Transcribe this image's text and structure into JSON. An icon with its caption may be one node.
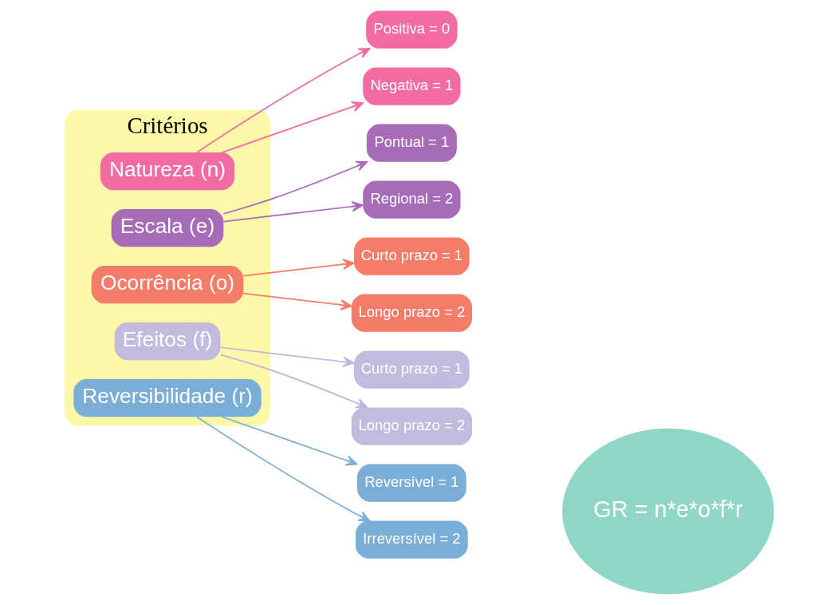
{
  "diagram": {
    "nodes": [
      {
        "text": [
          "Critérios"
        ]
      },
      {
        "text": [
          "Natureza (n)"
        ],
        "in": 0
      },
      {
        "text": [
          "Escala (e)"
        ],
        "in": 0
      },
      {
        "text": [
          "Ocorrência (o)"
        ],
        "in": 0
      },
      {
        "text": [
          "Efeitos (f)"
        ],
        "in": 0
      },
      {
        "text": [
          "Reversibilidade (r)"
        ],
        "in": 0
      },
      {
        "text": [
          "Positiva = 0"
        ]
      },
      {
        "text": [
          "Negativa = 1"
        ]
      },
      {
        "text": [
          "Pontual = 1"
        ]
      },
      {
        "text": [
          "Regional = 2"
        ]
      },
      {
        "text": [
          "Curto prazo = 1"
        ]
      },
      {
        "text": [
          "Longo prazo = 2"
        ]
      },
      {
        "text": [
          "Curto prazo = 1"
        ]
      },
      {
        "text": [
          "Longo prazo = 2"
        ]
      },
      {
        "text": [
          "Reversível = 1"
        ]
      },
      {
        "text": [
          "Irreversível = 2"
        ]
      },
      {
        "text": [
          "GR = n*e*o*f*r"
        ]
      }
    ],
    "edges": [
      {
        "from": 1,
        "to": 6,
        "arrow": "to",
        "color": "#f26ba3"
      },
      {
        "from": 1,
        "to": 7,
        "arrow": "to",
        "color": "#f26ba3"
      },
      {
        "from": 2,
        "to": 8,
        "arrow": "to",
        "color": "#a86bb8"
      },
      {
        "from": 2,
        "to": 9,
        "arrow": "to",
        "color": "#a86bb8"
      },
      {
        "from": 3,
        "to": 10,
        "arrow": "to",
        "color": "#f47c68"
      },
      {
        "from": 3,
        "to": 11,
        "arrow": "to",
        "color": "#f47c68"
      },
      {
        "from": 4,
        "to": 12,
        "arrow": "to",
        "color": "#bdb5db"
      },
      {
        "from": 4,
        "to": 13,
        "arrow": "to",
        "color": "#bdb5db"
      },
      {
        "from": 5,
        "to": 14,
        "arrow": "to",
        "color": "#7aaed6"
      },
      {
        "from": 5,
        "to": 15,
        "arrow": "to",
        "color": "#7aaed6"
      }
    ]
  }
}
